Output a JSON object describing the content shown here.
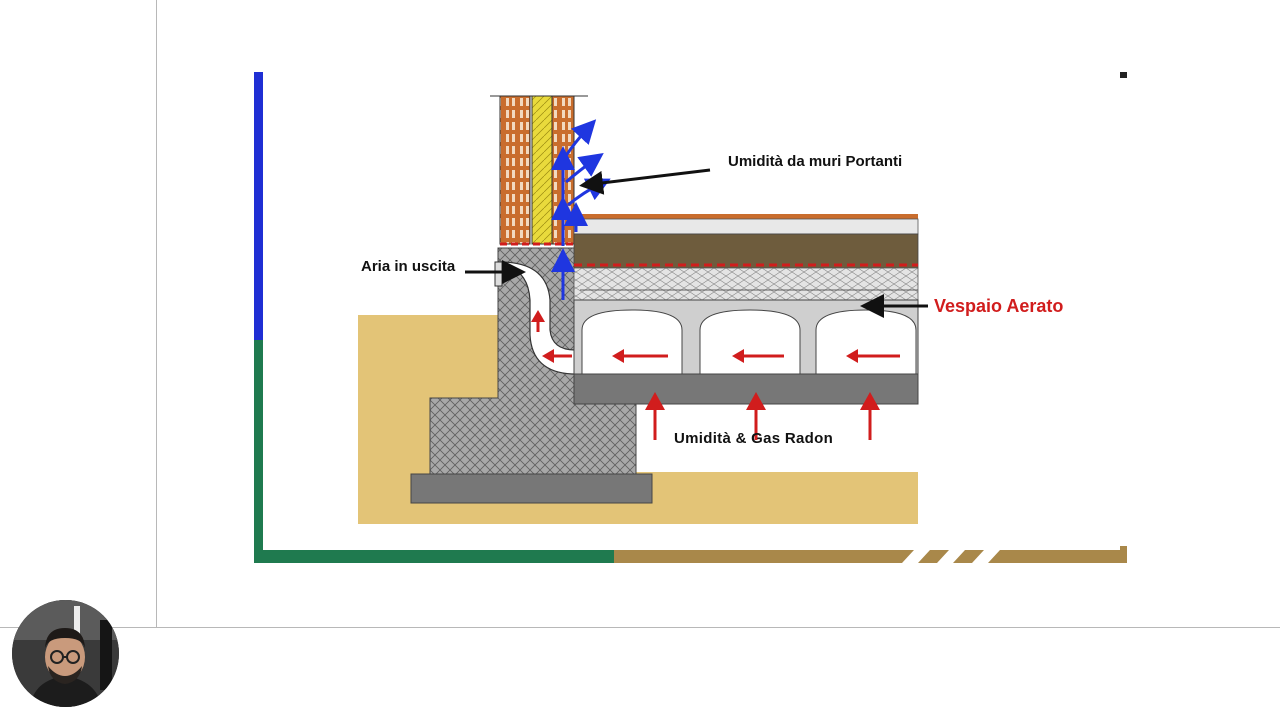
{
  "diagram": {
    "labels": {
      "bearing_walls": "Umidità da muri Portanti",
      "air_out": "Aria in uscita",
      "crawl_space": "Vespaio Aerato",
      "moisture_radon": "Umidità & Gas Radon"
    }
  },
  "colors": {
    "slide_blue_bar": "#1f2fd4",
    "slide_green_bar": "#1f7a4f",
    "slide_gold_bar": "#a9884a",
    "soil": "#e3c477",
    "concrete_hatch": "#a6a6a6",
    "brick": "#c96d2d",
    "insulation": "#e9da3c",
    "moisture_arrow": "#1f36e0",
    "air_arrow": "#d11d1d",
    "crawl_label": "#d11d1d"
  },
  "icons": [
    "moisture-arrow-icon",
    "air-flow-arrow-icon",
    "leader-arrow-icon"
  ]
}
